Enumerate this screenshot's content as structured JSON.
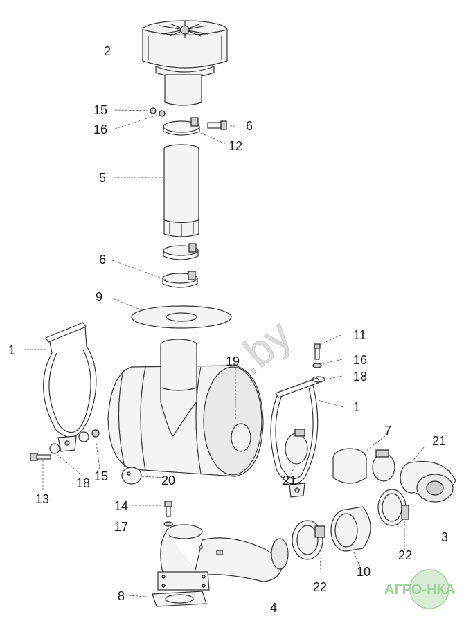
{
  "watermark": "nka.by",
  "logo": "АГРО-НКА",
  "callouts": [
    "2",
    "15",
    "16",
    "6",
    "12",
    "5",
    "6",
    "9",
    "1",
    "11",
    "16",
    "18",
    "1",
    "19",
    "7",
    "21",
    "13",
    "18",
    "15",
    "20",
    "21",
    "14",
    "17",
    "3",
    "22",
    "10",
    "22",
    "8",
    "4"
  ]
}
